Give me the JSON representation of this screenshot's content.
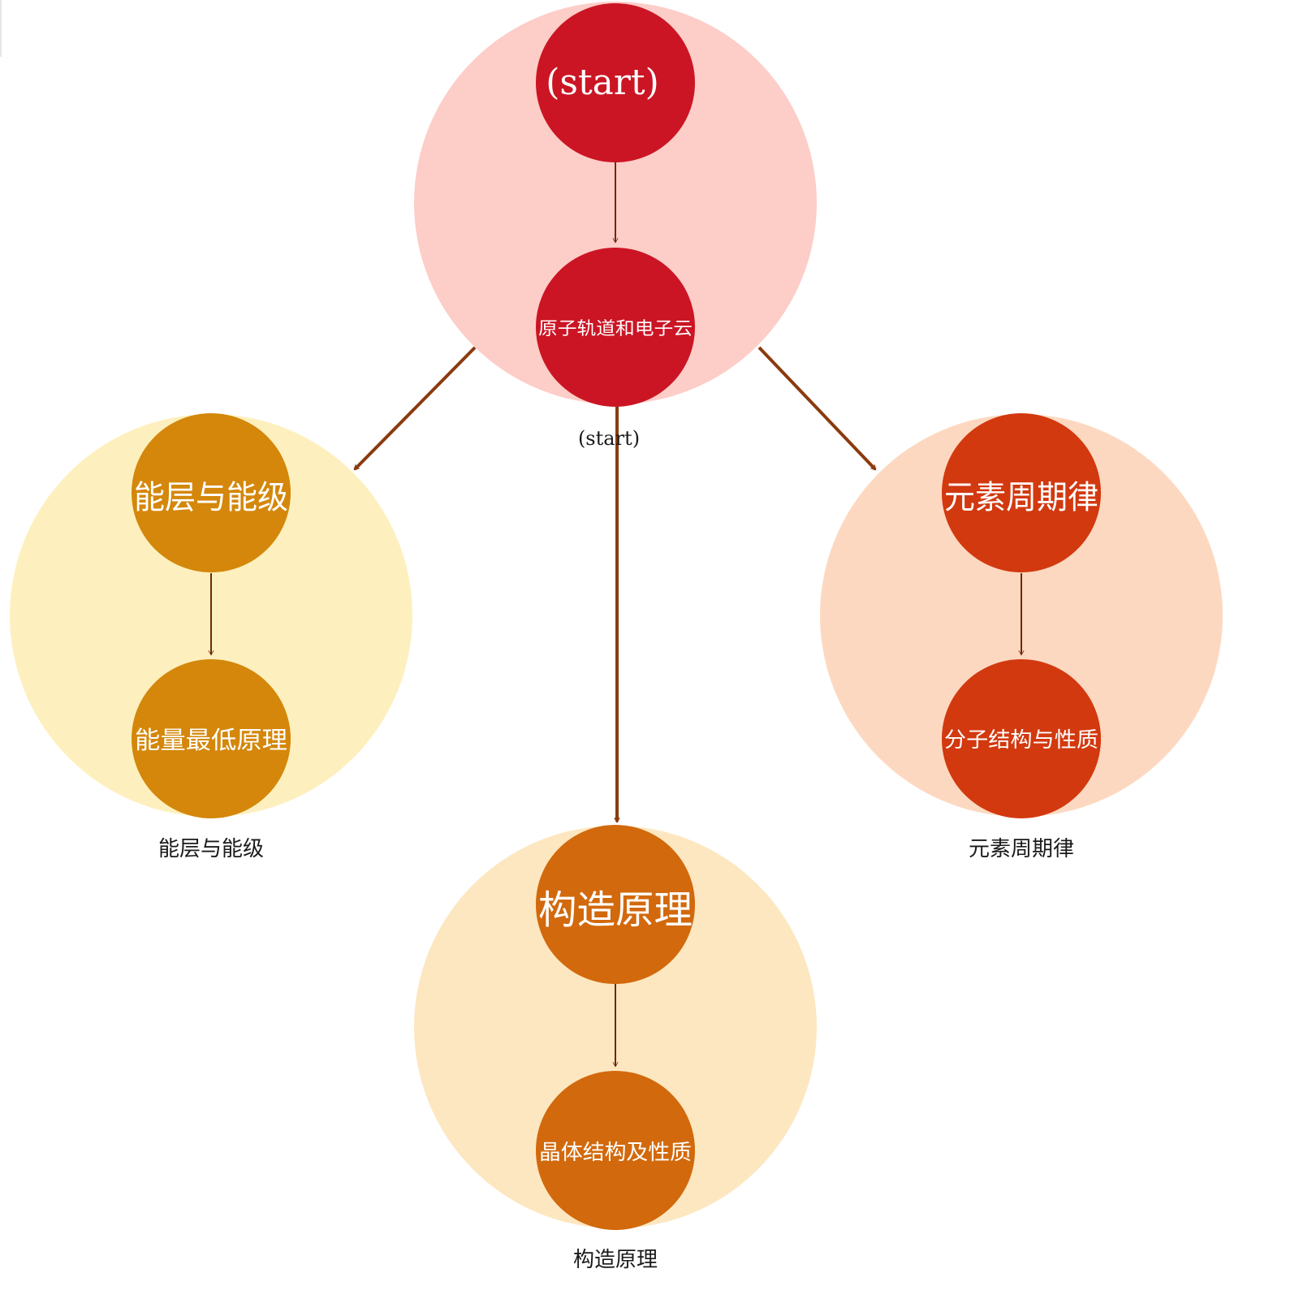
{
  "colors": {
    "edge_main": "#8B3A0E",
    "edge_inner": "#6B2A10",
    "label_text": "#1a1a1a",
    "node_text": "#ffffff"
  },
  "groups": {
    "start": {
      "caption": "(start)",
      "bg_color": "#FDCDC8",
      "node_color": "#CB1524",
      "top_node": "(start)",
      "bottom_node": "原子轨道和电子云"
    },
    "energy": {
      "caption": "能层与能级",
      "bg_color": "#FEF0BE",
      "node_color": "#D4870A",
      "top_node": "能层与能级",
      "bottom_node": "能量最低原理"
    },
    "construction": {
      "caption": "构造原理",
      "bg_color": "#FDE7C0",
      "node_color": "#D2690C",
      "top_node": "构造原理",
      "bottom_node": "晶体结构及性质"
    },
    "periodic": {
      "caption": "元素周期律",
      "bg_color": "#FDD8C0",
      "node_color": "#D2390F",
      "top_node": "元素周期律",
      "bottom_node": "分子结构与性质"
    }
  }
}
